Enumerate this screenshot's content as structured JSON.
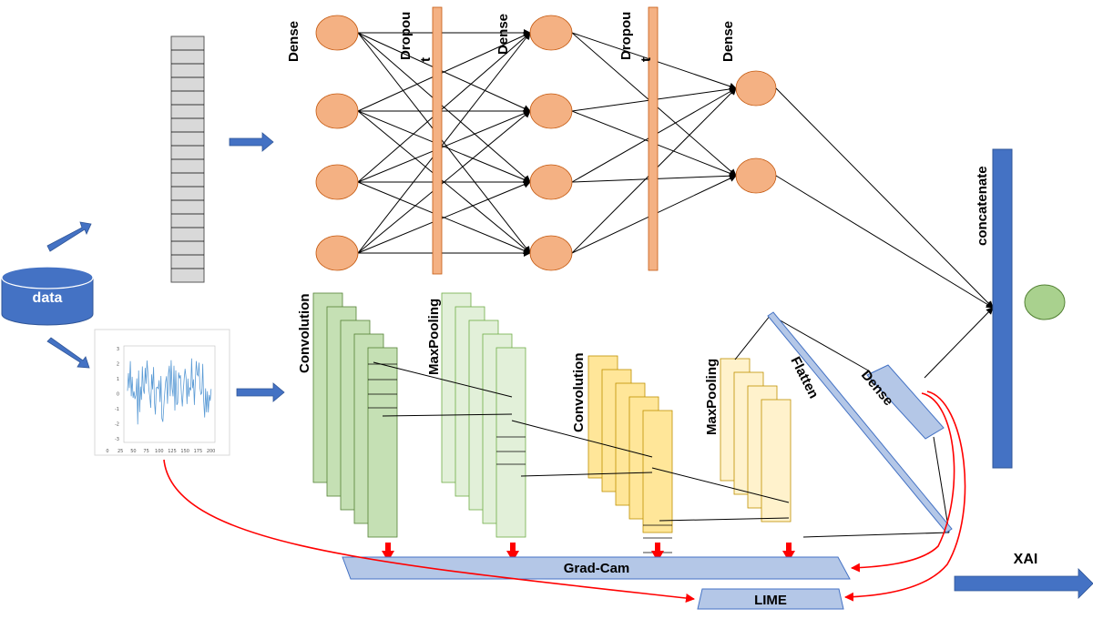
{
  "source": {
    "label": "data"
  },
  "dense_branch": {
    "layers": {
      "dense_1": "Dense",
      "dropout_1": "Dropou",
      "dropout_1_tail": "t",
      "dense_2": "Dense",
      "dropout_2": "Dropou",
      "dropout_2_tail": "t",
      "dense_3": "Dense"
    }
  },
  "conv_branch": {
    "layers": {
      "conv_1": "Convolution",
      "pool_1": "MaxPooling",
      "conv_2": "Convolution",
      "pool_2": "MaxPooling",
      "flatten": "Flatten",
      "dense": "Dense"
    },
    "plot_ticks": {
      "x": [
        "0",
        "25",
        "50",
        "75",
        "100",
        "125",
        "150",
        "175",
        "200"
      ],
      "y": [
        "3",
        "2",
        "1",
        "0",
        "-1",
        "-2",
        "-3"
      ]
    }
  },
  "merge": {
    "label": "concatenate"
  },
  "xai": {
    "heading": "XAI",
    "gradcam": "Grad-Cam",
    "lime": "LIME"
  },
  "colors": {
    "dense_node": "#F4B183",
    "dropout_bar": "#F4B183",
    "conv1": "#C5E0B4",
    "conv1_stroke": "#548235",
    "pool1": "#E2F0D9",
    "conv2": "#FFE699",
    "pool2": "#FFF2CC",
    "blue_block": "#4472C4",
    "light_blue": "#B4C7E7",
    "output_node": "#A9D18E",
    "red": "#FF0000"
  }
}
